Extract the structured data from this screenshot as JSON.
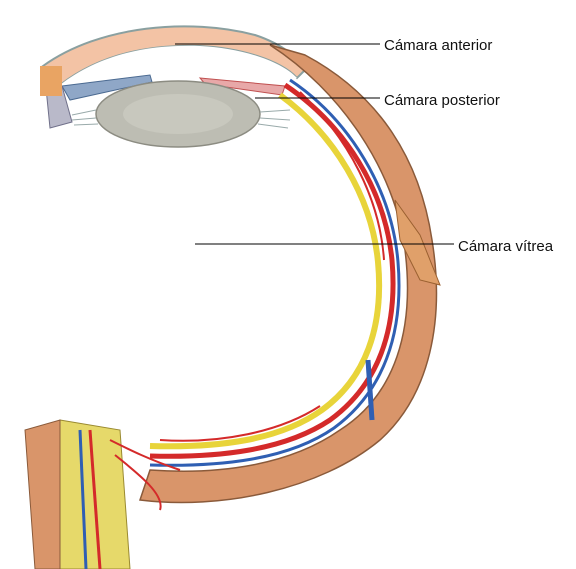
{
  "labels": {
    "anterior_chamber": "Cámara anterior",
    "posterior_chamber": "Cámara posterior",
    "vitreous_chamber": "Cámara vítrea"
  },
  "colors": {
    "sclera": "#d9956a",
    "choroid_artery": "#d42a2a",
    "choroid_vein": "#2f5fb3",
    "retina": "#e8d43a",
    "lens": "#bdbdb3",
    "cornea": "#f3c3a5",
    "nerve": "#e6d96a",
    "leader_line": "#000000"
  }
}
